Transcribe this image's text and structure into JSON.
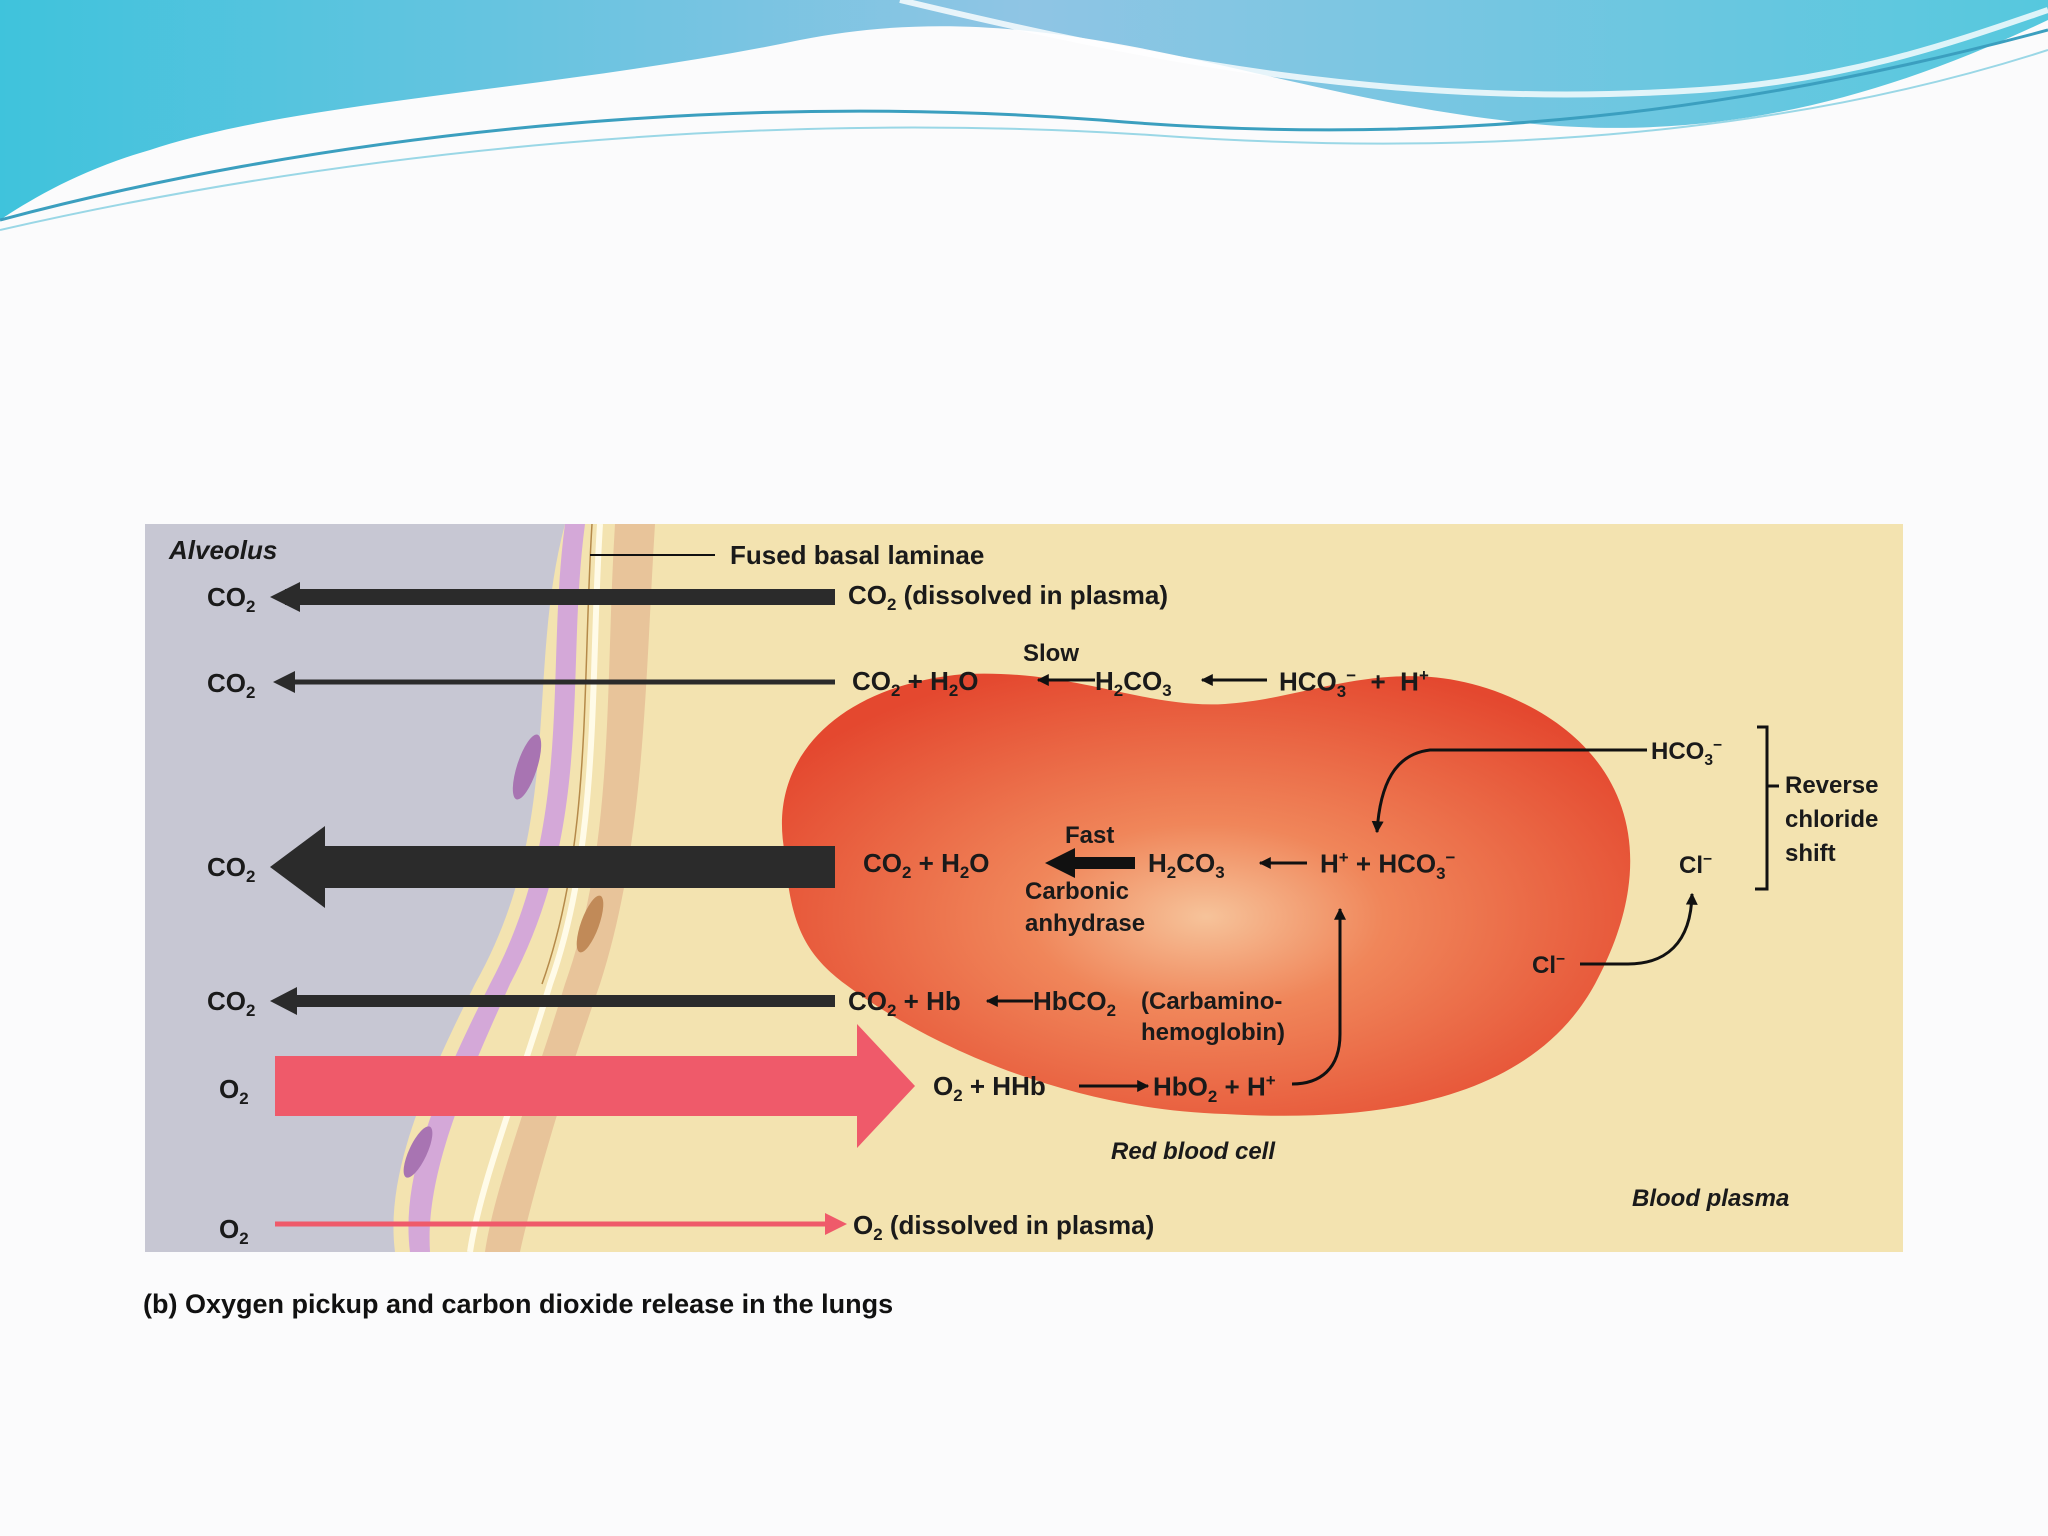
{
  "title": "",
  "labels": {
    "alveolus": "Alveolus",
    "fused": "Fused basal laminae",
    "co2": "CO",
    "o2": "O",
    "co2_dissolved": "(dissolved in plasma)",
    "o2_dissolved": "(dissolved in plasma)",
    "slow": "Slow",
    "fast": "Fast",
    "carbonic": "Carbonic",
    "anhydrase": "anhydrase",
    "carbamino1": "(Carbamino-",
    "carbamino2": "hemoglobin)",
    "red_cell": "Red blood cell",
    "blood_plasma": "Blood plasma",
    "reverse": "Reverse",
    "chloride": "chloride",
    "shift": "shift",
    "plus": "+",
    "h2o": "H",
    "hb": "Hb",
    "hhb": "HHb",
    "hbco2": "HbCO",
    "hbo2": "HbO",
    "h2co3": "H",
    "hco3": "HCO",
    "h": "H",
    "cl": "Cl",
    "sub2": "2",
    "sub3": "3",
    "sup_plus": "+",
    "sup_minus": "−",
    "o_letter": "O",
    "co3_letter": "CO"
  },
  "caption": "(b)  Oxygen pickup and carbon dioxide release in the lungs",
  "colors": {
    "plasma": "#f3e3b0",
    "alveolus": "#c9c9d6",
    "rbc": "#e8553a",
    "o2_arrow": "#ef5a6a",
    "co2_arrow": "#2b2b2b",
    "banner": "#7ecfe0"
  }
}
